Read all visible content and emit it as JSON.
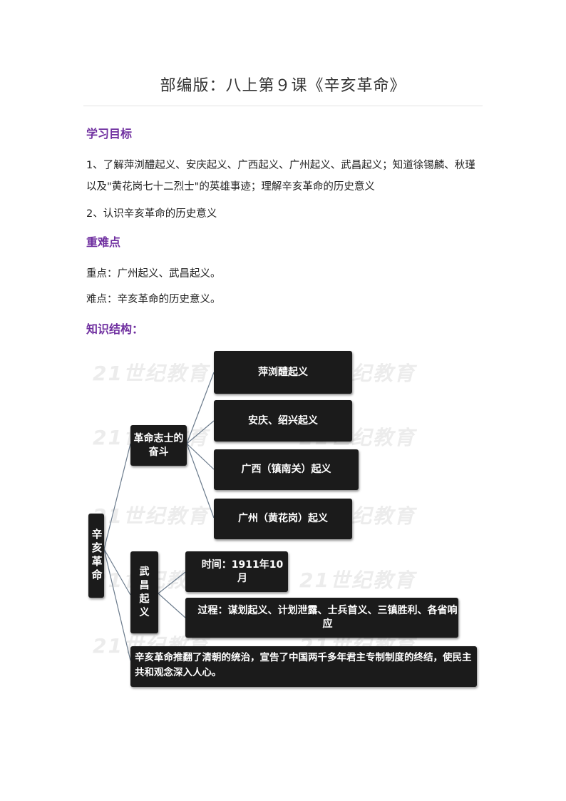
{
  "page_title": "部编版：八上第９课《辛亥革命》",
  "sections": {
    "objectives": {
      "heading": "学习目标",
      "items": [
        "1、了解萍浏醴起义、安庆起义、广西起义、广州起义、武昌起义；知道徐锡麟、秋瑾以及\"黄花岗七十二烈士\"的英雄事迹；理解辛亥革命的历史意义",
        "2、认识辛亥革命的历史意义"
      ]
    },
    "key_points": {
      "heading": "重难点",
      "key": "重点：广州起义、武昌起义。",
      "difficulty": "难点：辛亥革命的历史意义。"
    },
    "structure": {
      "heading": "知识结构："
    }
  },
  "diagram": {
    "root": "辛亥革命",
    "branch1": {
      "label": "革命志士的奋斗",
      "children": [
        "萍浏醴起义",
        "安庆、绍兴起义",
        "广西（镇南关）起义",
        "广州（黄花岗）起义"
      ]
    },
    "branch2": {
      "label": "武昌起义",
      "children": [
        "时间：1911年10月",
        "过程：谋划起义、计划泄露、士兵首义、三镇胜利、各省响应"
      ]
    },
    "significance": "辛亥革命推翻了清朝的统治，宣告了中国两千多年君主专制制度的终结，使民主共和观念深入人心。",
    "watermark": "21世纪教育"
  }
}
